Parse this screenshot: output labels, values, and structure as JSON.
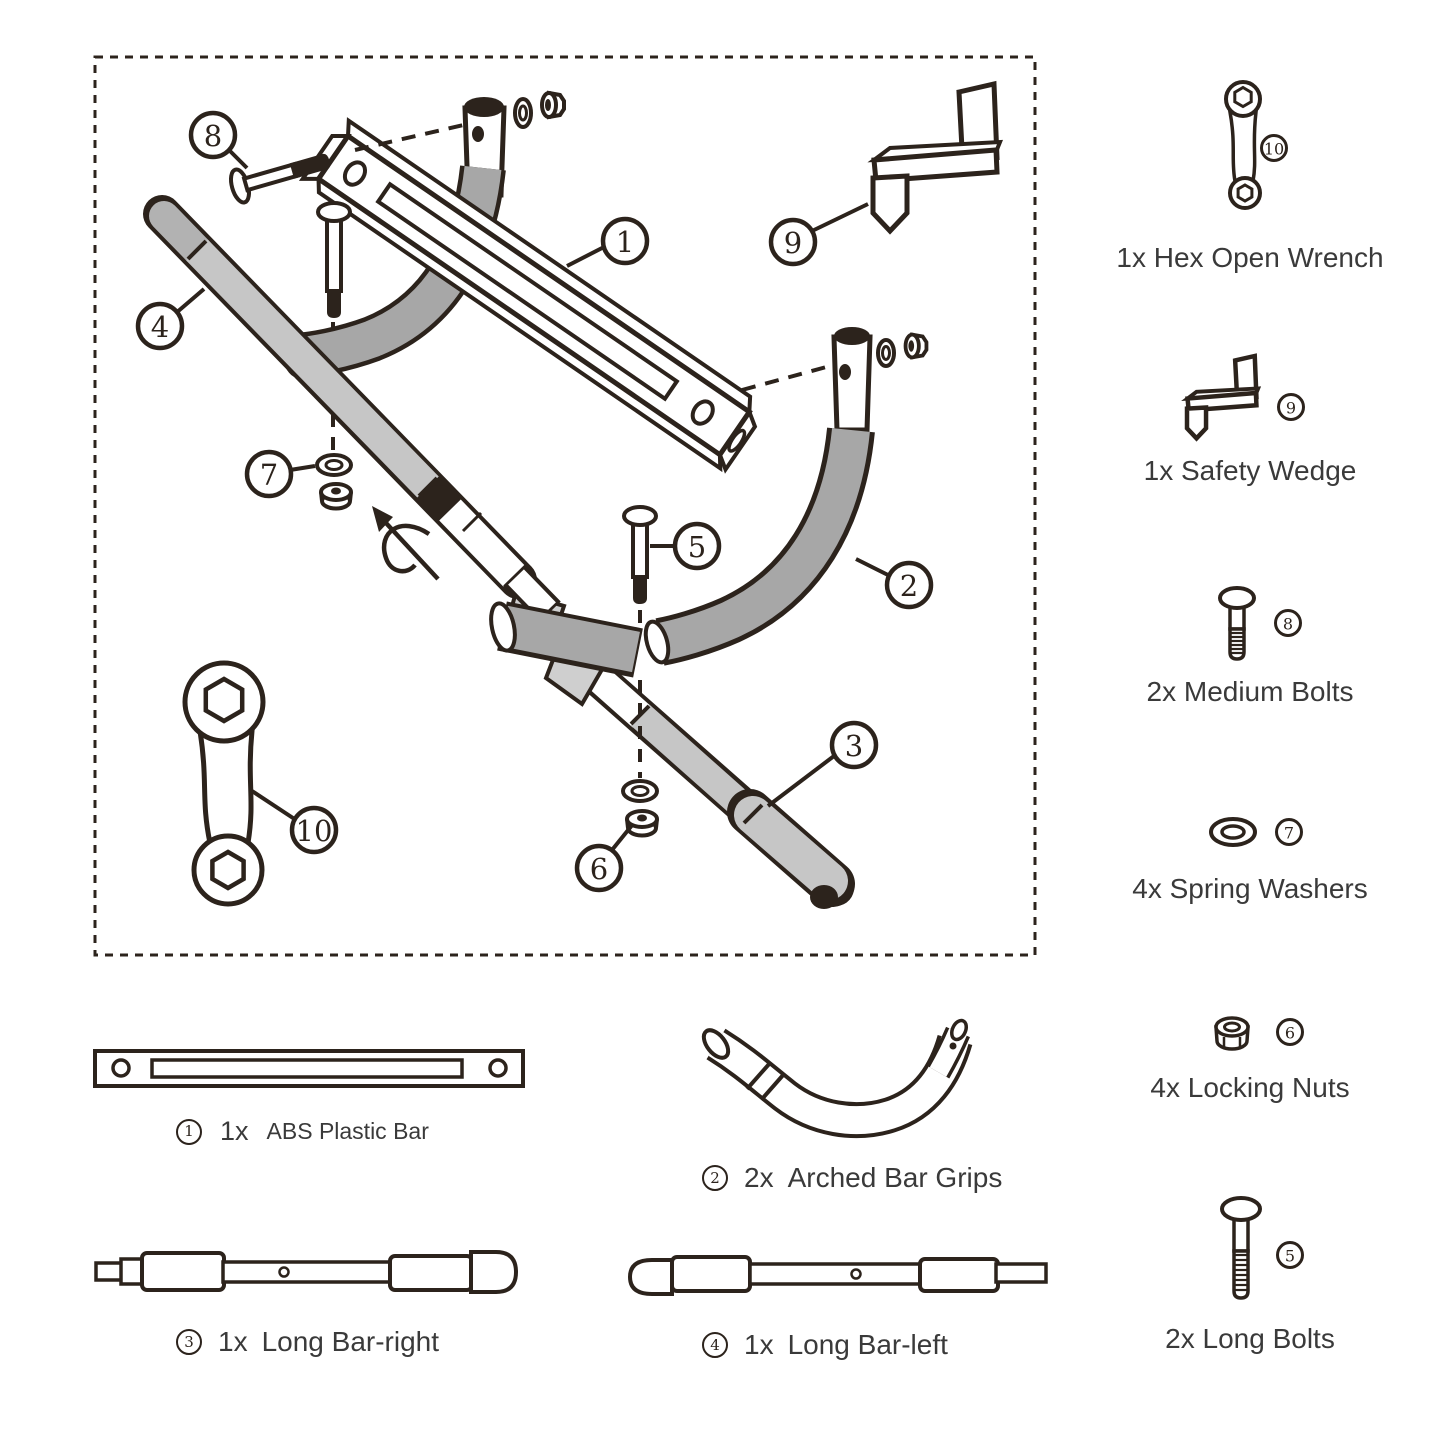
{
  "page": {
    "kind": "assembly-instruction-diagram",
    "product": "door pull-up bar exploded parts diagram"
  },
  "colors": {
    "line": "#2c231c",
    "grip_gray": "#a7a7a7",
    "sleeve_gray": "#c6c6c6",
    "cap_gray": "#b2b2b2",
    "light_gray": "#cfcfcf",
    "text": "#3a3a3a",
    "background": "#ffffff"
  },
  "callouts": {
    "c1": "1",
    "c2": "2",
    "c3": "3",
    "c4": "4",
    "c5": "5",
    "c6": "6",
    "c7": "7",
    "c8": "8",
    "c9": "9",
    "c10": "10"
  },
  "right_parts": [
    {
      "num": "10",
      "label": "1x Hex Open Wrench",
      "icon": "hex-open-wrench-icon"
    },
    {
      "num": "9",
      "label": "1x Safety Wedge",
      "icon": "safety-wedge-icon"
    },
    {
      "num": "8",
      "label": "2x Medium Bolts",
      "icon": "medium-bolt-icon"
    },
    {
      "num": "7",
      "label": "4x Spring Washers",
      "icon": "spring-washer-icon"
    },
    {
      "num": "6",
      "label": "4x Locking Nuts",
      "icon": "locking-nut-icon"
    },
    {
      "num": "5",
      "label": "2x Long Bolts",
      "icon": "long-bolt-icon"
    }
  ],
  "bottom_parts": [
    {
      "num": "1",
      "qty": "1x",
      "name": "ABS Plastic Bar",
      "icon": "abs-plastic-bar-drawing"
    },
    {
      "num": "2",
      "qty": "2x",
      "name": "Arched Bar Grips",
      "icon": "arched-bar-grip-drawing"
    },
    {
      "num": "3",
      "qty": "1x",
      "name": "Long Bar-right",
      "icon": "long-bar-right-drawing"
    },
    {
      "num": "4",
      "qty": "1x",
      "name": "Long Bar-left",
      "icon": "long-bar-left-drawing"
    }
  ]
}
